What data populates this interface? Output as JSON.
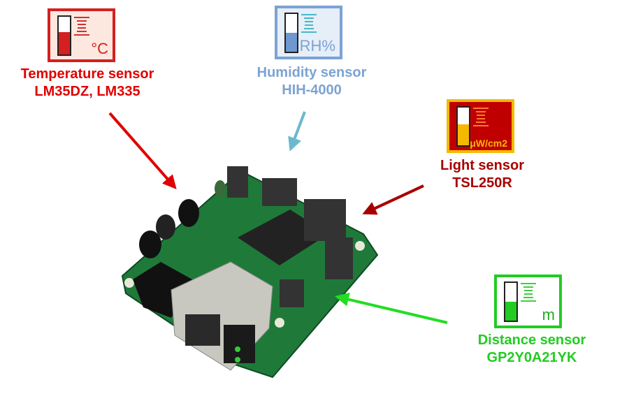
{
  "sensors": [
    {
      "name": "Temperature sensor",
      "part": "LM35DZ, LM335",
      "unit": "°C",
      "level": 0.6,
      "color": "#e00000",
      "icon_bg": "#fde8e0",
      "icon_border": "#d42020",
      "tick_color": "#cc3333",
      "unit_color": "#d42020"
    },
    {
      "name": "Humidity sensor",
      "part": "HIH-4000",
      "unit": "RH%",
      "level": 0.5,
      "color": "#7ba3d4",
      "icon_bg": "#e6eef8",
      "icon_border": "#7ba3d4",
      "tick_color": "#46b8c8",
      "unit_color": "#7ba3d4"
    },
    {
      "name": "Light sensor",
      "part": "TSL250R",
      "unit": "μW/cm2",
      "level": 0.55,
      "color": "#a80000",
      "icon_bg": "#c00000",
      "icon_border": "#f5b800",
      "tick_color": "#ff7a30",
      "unit_color": "#f5b800"
    },
    {
      "name": "Distance sensor",
      "part": "GP2Y0A21YK",
      "unit": "m",
      "level": 0.5,
      "color": "#22cc22",
      "icon_bg": "#ffffff",
      "icon_border": "#22cc22",
      "tick_color": "#44cc44",
      "unit_color": "#22aa22"
    }
  ]
}
